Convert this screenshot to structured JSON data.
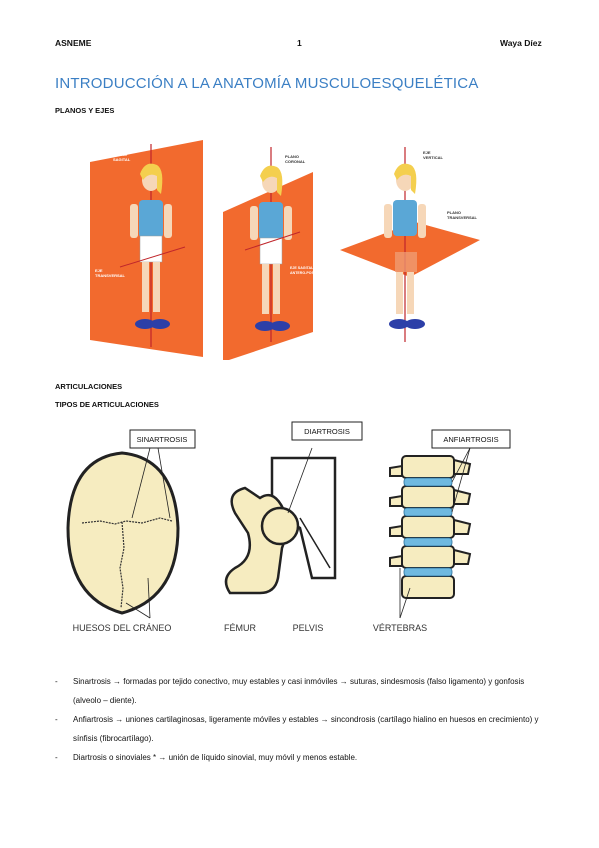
{
  "header": {
    "left": "ASNEME",
    "center": "1",
    "right": "Waya Díez"
  },
  "title": "INTRODUCCIÓN A LA ANATOMÍA MUSCULOESQUELÉTICA",
  "section1": "PLANOS Y EJES",
  "planes": {
    "fig1": {
      "top": "PLANO\nSAGITAL",
      "bottom": "EJE\nTRANSVERSAL"
    },
    "fig2": {
      "top": "PLANO\nCORONAL",
      "bottom": "EJE SAGITAL O\nANTERO-POSTERIOR"
    },
    "fig3": {
      "top": "EJE\nVERTICAL",
      "right": "PLANO\nTRANSVERSAL"
    }
  },
  "section2": "ARTICULACIONES",
  "section3": "TIPOS DE ARTICULACIONES",
  "joints": {
    "sinartrosis": "SINARTROSIS",
    "diartrosis": "DIARTROSIS",
    "anfiartrosis": "ANFIARTROSIS",
    "huesos": "HUESOS DEL CRÁNEO",
    "femur": "FÉMUR",
    "pelvis": "PELVIS",
    "vertebras": "VÉRTEBRAS"
  },
  "list": [
    {
      "dash": "-",
      "text": "Sinartrosis → formadas por tejido conectivo, muy estables y casi inmóviles → suturas, sindesmosis (falso ligamento) y gonfosis (alveolo – diente)."
    },
    {
      "dash": "-",
      "text": "Anfiartrosis → uniones cartilaginosas, ligeramente móviles y estables → sincondrosis (cartílago hialino en huesos en crecimiento) y sínfisis (fibrocartílago)."
    },
    {
      "dash": "-",
      "text": "Diartrosis o sinoviales * → unión de líquido sinovial, muy móvil y menos estable."
    }
  ],
  "colors": {
    "title": "#3b7fc4",
    "plane": "#f26a2e",
    "shirt": "#5aa7d6",
    "hair": "#f4cf4e",
    "bone": "#f6ecc0",
    "disc": "#6fb9e0"
  }
}
